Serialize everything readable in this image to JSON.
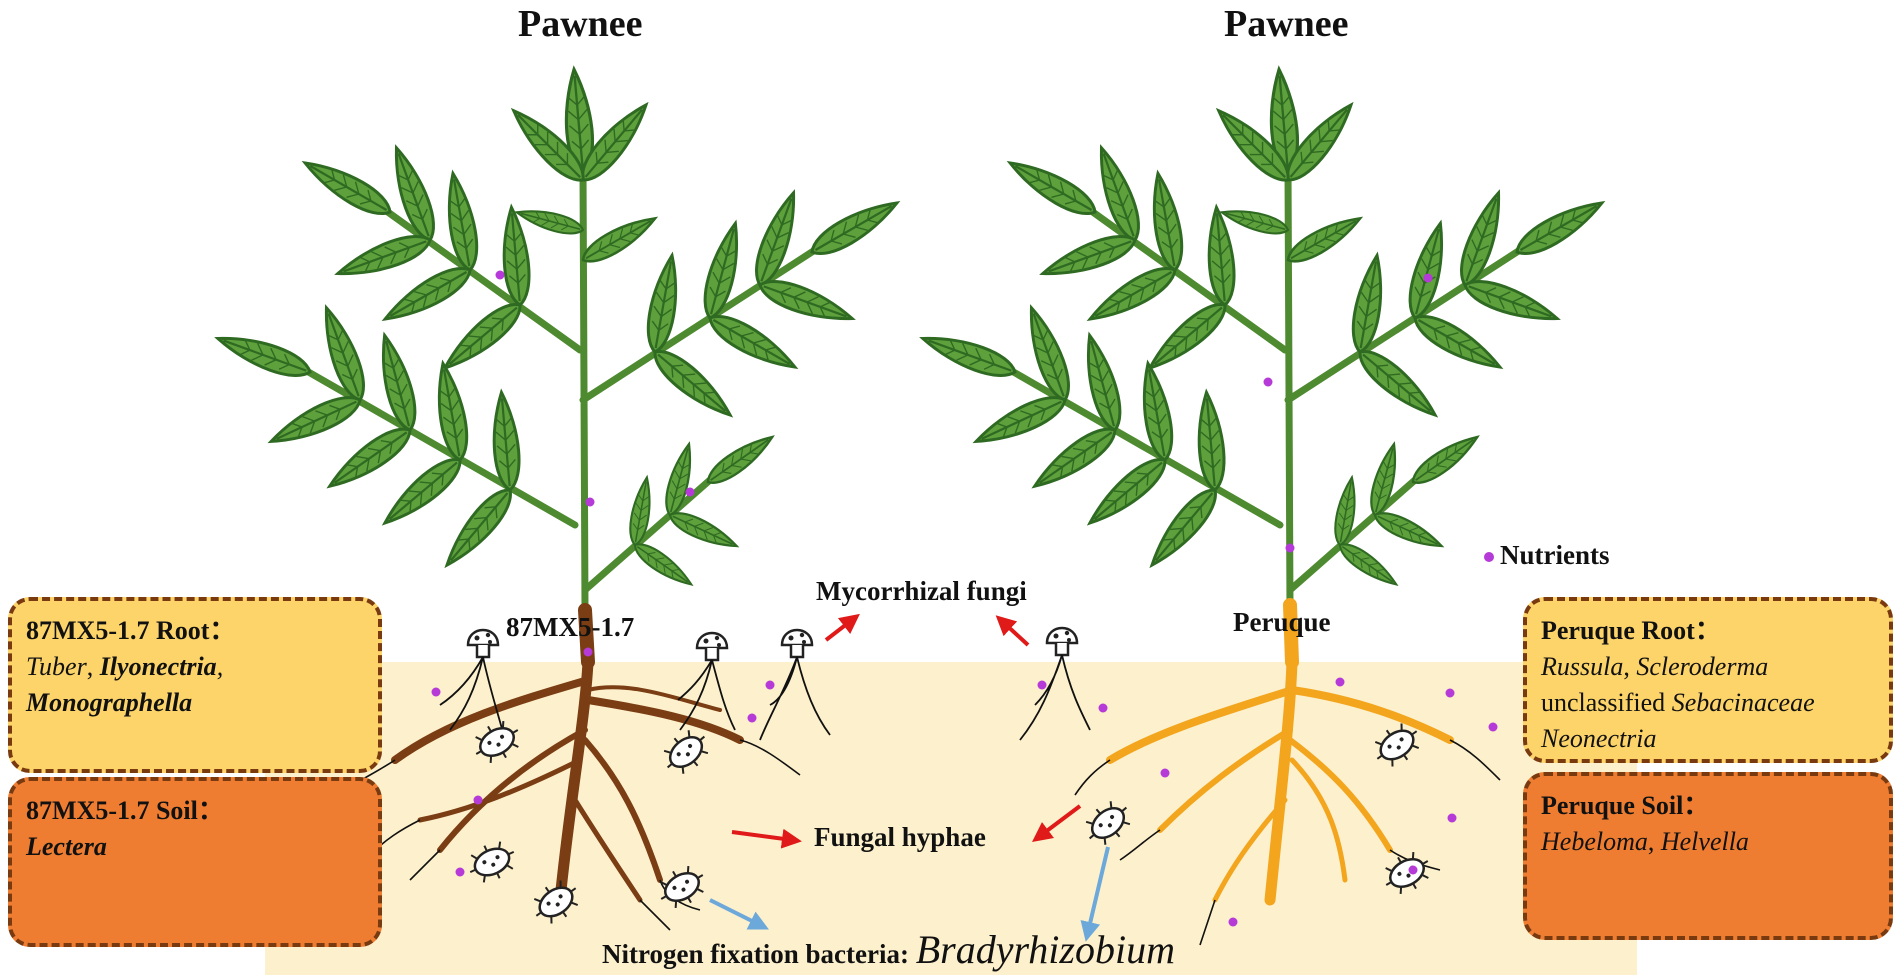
{
  "colors": {
    "soil": "#fdf0cc",
    "leaf": "#5ea03c",
    "leaf_dark": "#2f6a22",
    "stem": "#4e8a30",
    "root_left": "#7a3d14",
    "root_right": "#f2a51d",
    "nutrient": "#b53ad8",
    "red_arrow": "#e01919",
    "blue_arrow": "#6ca8da",
    "box_yellow": "#fcd46a",
    "box_orange": "#ee7d32",
    "box_border": "#7a3a10"
  },
  "titles": {
    "left": "Pawnee",
    "right": "Pawnee"
  },
  "cultivars": {
    "left": "87MX5-1.7",
    "right": "Peruque"
  },
  "labels": {
    "nutrients": "Nutrients",
    "mycorrhizal": "Mycorrhizal fungi",
    "hyphae": "Fungal hyphae",
    "nitrogen_prefix": "Nitrogen fixation bacteria: ",
    "nitrogen_genus": "Bradyrhizobium"
  },
  "boxes": {
    "left_root": {
      "title": "87MX5-1.7 Root：",
      "line1_a": "Tuber",
      "line1_sep1": ", ",
      "line1_b": "Ilyonectria",
      "line1_sep2": ",",
      "line2": "Monographella"
    },
    "left_soil": {
      "title": "87MX5-1.7 Soil：",
      "line1": "Lectera"
    },
    "right_root": {
      "title": "Peruque Root：",
      "line1_a": "Russula",
      "line1_sep": ", ",
      "line1_b": "Scleroderma",
      "line2_a": "unclassified ",
      "line2_b": "Sebacinaceae",
      "line3": "Neonectria"
    },
    "right_soil": {
      "title": "Peruque Soil：",
      "line1_a": "Hebeloma",
      "line1_sep": ", ",
      "line1_b": "Helvella"
    }
  }
}
